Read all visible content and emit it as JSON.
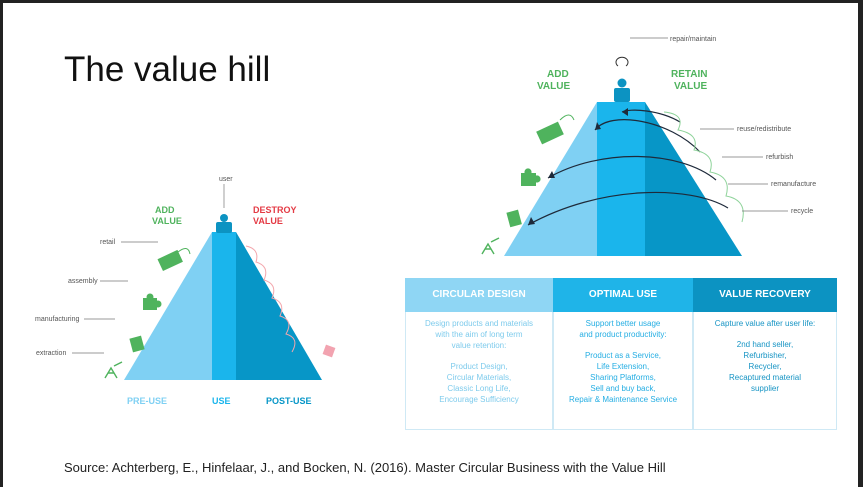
{
  "slide": {
    "title": "The value hill",
    "source": "Source: Achterberg, E., Hinfelaar, J., and Bocken, N. (2016). Master Circular Business with the Value Hill"
  },
  "left_diagram": {
    "top_label": "user",
    "add_value": "ADD VALUE",
    "destroy_value": "DESTROY VALUE",
    "stages": [
      "retail",
      "assembly",
      "manufacturing",
      "extraction"
    ],
    "phases": [
      "PRE-USE",
      "USE",
      "POST-USE"
    ]
  },
  "right_diagram": {
    "top_label": "repair/maintain",
    "add_value": "ADD VALUE",
    "retain_value": "RETAIN VALUE",
    "loops": [
      "reuse/redistribute",
      "refurbish",
      "remanufacture",
      "recycle"
    ]
  },
  "columns": [
    {
      "header": "CIRCULAR DESIGN",
      "lines": [
        "Design products and materials",
        "with the aim of long term",
        "value retention:",
        "",
        "Product Design,",
        "Circular Materials,",
        "Classic Long Life,",
        "Encourage Sufficiency"
      ]
    },
    {
      "header": "OPTIMAL USE",
      "lines": [
        "Support better usage",
        "and product productivity:",
        "",
        "Product as a Service,",
        "Life Extension,",
        "Sharing Platforms,",
        "Sell and buy back,",
        "Repair & Maintenance Service"
      ]
    },
    {
      "header": "VALUE RECOVERY",
      "lines": [
        "Capture value after user life:",
        "",
        "2nd hand seller,",
        "Refurbisher,",
        "Recycler,",
        "Recaptured material",
        "supplier"
      ]
    }
  ],
  "colors": {
    "light_blue": "#7fd0f3",
    "mid_blue": "#1ab5ec",
    "dark_blue": "#0796c7",
    "green": "#4fb35d",
    "red": "#e43a44",
    "circular_design_header": "#8fd6f4",
    "optimal_use_header": "#1fb4e8",
    "value_recovery_header": "#0c93c2",
    "circular_design_text": "#7ecbec",
    "optimal_use_text": "#25aee3",
    "value_recovery_text": "#1694c4"
  }
}
